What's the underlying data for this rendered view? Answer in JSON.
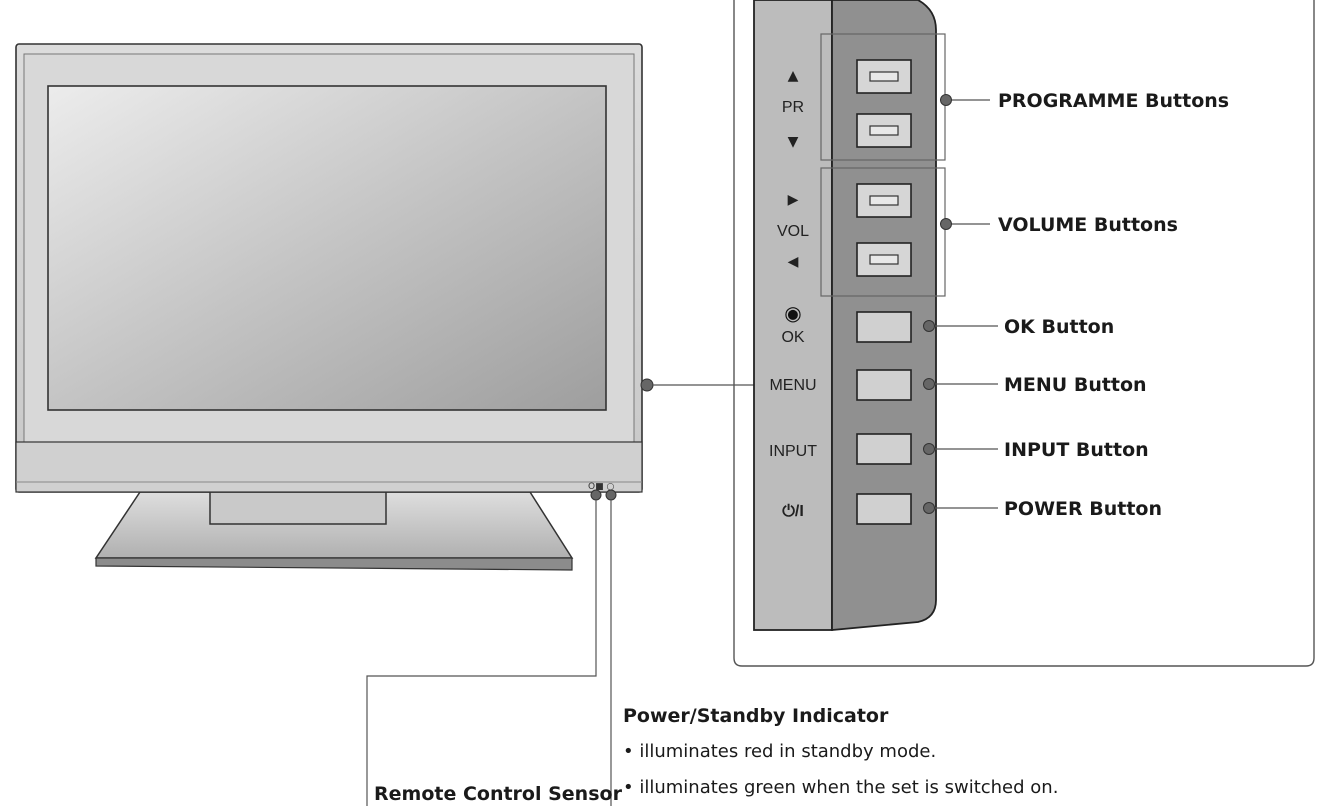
{
  "panel_labels": {
    "pr_up_glyph": "▲",
    "pr": "PR",
    "pr_down_glyph": "▼",
    "vol_up_glyph": "▶",
    "vol": "VOL",
    "vol_down_glyph": "◀",
    "ok_glyph": "◉",
    "ok": "OK",
    "menu": "MENU",
    "input": "INPUT",
    "power": "⏻/I"
  },
  "callouts": {
    "programme": "PROGRAMME Buttons",
    "volume": "VOLUME Buttons",
    "ok": "OK Button",
    "menu": "MENU Button",
    "input": "INPUT Button",
    "power": "POWER Button"
  },
  "indicator": {
    "title": "Power/Standby Indicator",
    "notes": [
      "• illuminates red in standby mode.",
      "• illuminates green when the set is switched on."
    ]
  },
  "sensor": {
    "title": "Remote Control Sensor"
  },
  "tv_front_marks": "O■ ○",
  "colors": {
    "panel_left": "#b8b8b8",
    "panel_right": "#8f8f8f",
    "frame": "#d4d4d4",
    "screen": "#bdbdbd",
    "line": "#555555"
  }
}
